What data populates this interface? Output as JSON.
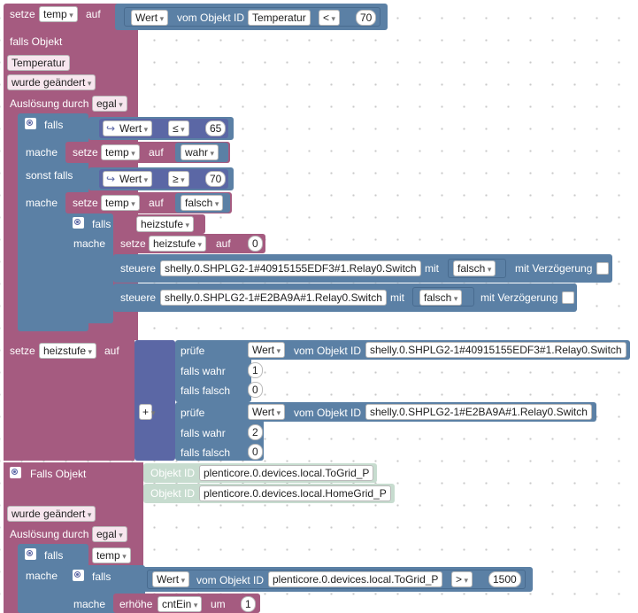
{
  "colors": {
    "variables": "#a55b80",
    "logic": "#5b80a5",
    "procedure": "#5b67a5",
    "math": "#5b67a5",
    "disabled": "#c7dccf"
  },
  "block1": {
    "setze": "setze",
    "var": "temp",
    "auf": "auf",
    "wert": "Wert",
    "vom_objekt_id": "vom Objekt ID",
    "object_id": "Temperatur",
    "op": "<",
    "num": "70"
  },
  "trigger1": {
    "falls_objekt": "falls Objekt",
    "object": "Temperatur",
    "changed": "wurde geändert",
    "ausloesung": "Auslösung durch",
    "egal": "egal"
  },
  "if1": {
    "falls": "falls",
    "mache": "mache",
    "sonst_falls": "sonst falls",
    "cond1": {
      "arrow": "↪",
      "wert": "Wert",
      "op": "≤",
      "num": "65"
    },
    "set1": {
      "setze": "setze",
      "var": "temp",
      "auf": "auf",
      "val": "wahr"
    },
    "cond2": {
      "arrow": "↪",
      "wert": "Wert",
      "op": "≥",
      "num": "70"
    },
    "set2": {
      "setze": "setze",
      "var": "temp",
      "auf": "auf",
      "val": "falsch"
    },
    "inner": {
      "falls": "falls",
      "var": "heizstufe",
      "mache": "mache",
      "set": {
        "setze": "setze",
        "var": "heizstufe",
        "auf": "auf",
        "num": "0"
      },
      "ctrl1": {
        "steuere": "steuere",
        "id": "shelly.0.SHPLG2-1#40915155EDF3#1.Relay0.Switch",
        "mit": "mit",
        "val": "falsch",
        "delay": "mit Verzögerung"
      },
      "ctrl2": {
        "steuere": "steuere",
        "id": "shelly.0.SHPLG2-1#E2BA9A#1.Relay0.Switch",
        "mit": "mit",
        "val": "falsch",
        "delay": "mit Verzögerung"
      }
    }
  },
  "block2": {
    "setze": "setze",
    "var": "heizstufe",
    "auf": "auf",
    "plus": "+",
    "pruefe1": {
      "pruefe": "prüfe",
      "wert": "Wert",
      "vom_objekt_id": "vom Objekt ID",
      "id": "shelly.0.SHPLG2-1#40915155EDF3#1.Relay0.Switch",
      "falls_wahr": "falls wahr",
      "wahr_num": "1",
      "falls_falsch": "falls falsch",
      "falsch_num": "0"
    },
    "pruefe2": {
      "pruefe": "prüfe",
      "wert": "Wert",
      "vom_objekt_id": "vom Objekt ID",
      "id": "shelly.0.SHPLG2-1#E2BA9A#1.Relay0.Switch",
      "falls_wahr": "falls wahr",
      "wahr_num": "2",
      "falls_falsch": "falls falsch",
      "falsch_num": "0"
    }
  },
  "trigger2": {
    "falls_objekt": "Falls Objekt",
    "obj1": {
      "label": "Objekt ID",
      "id": "plenticore.0.devices.local.ToGrid_P"
    },
    "obj2": {
      "label": "Objekt ID",
      "id": "plenticore.0.devices.local.HomeGrid_P"
    },
    "changed": "wurde geändert",
    "ausloesung": "Auslösung durch",
    "egal": "egal",
    "if": {
      "falls": "falls",
      "var": "temp",
      "mache": "mache"
    },
    "inner": {
      "falls": "falls",
      "wert": "Wert",
      "vom_objekt_id": "vom Objekt ID",
      "id": "plenticore.0.devices.local.ToGrid_P",
      "op": ">",
      "num": "1500"
    },
    "inc": {
      "mache": "mache",
      "erhoehe": "erhöhe",
      "var": "cntEin",
      "um": "um",
      "num": "1"
    }
  }
}
